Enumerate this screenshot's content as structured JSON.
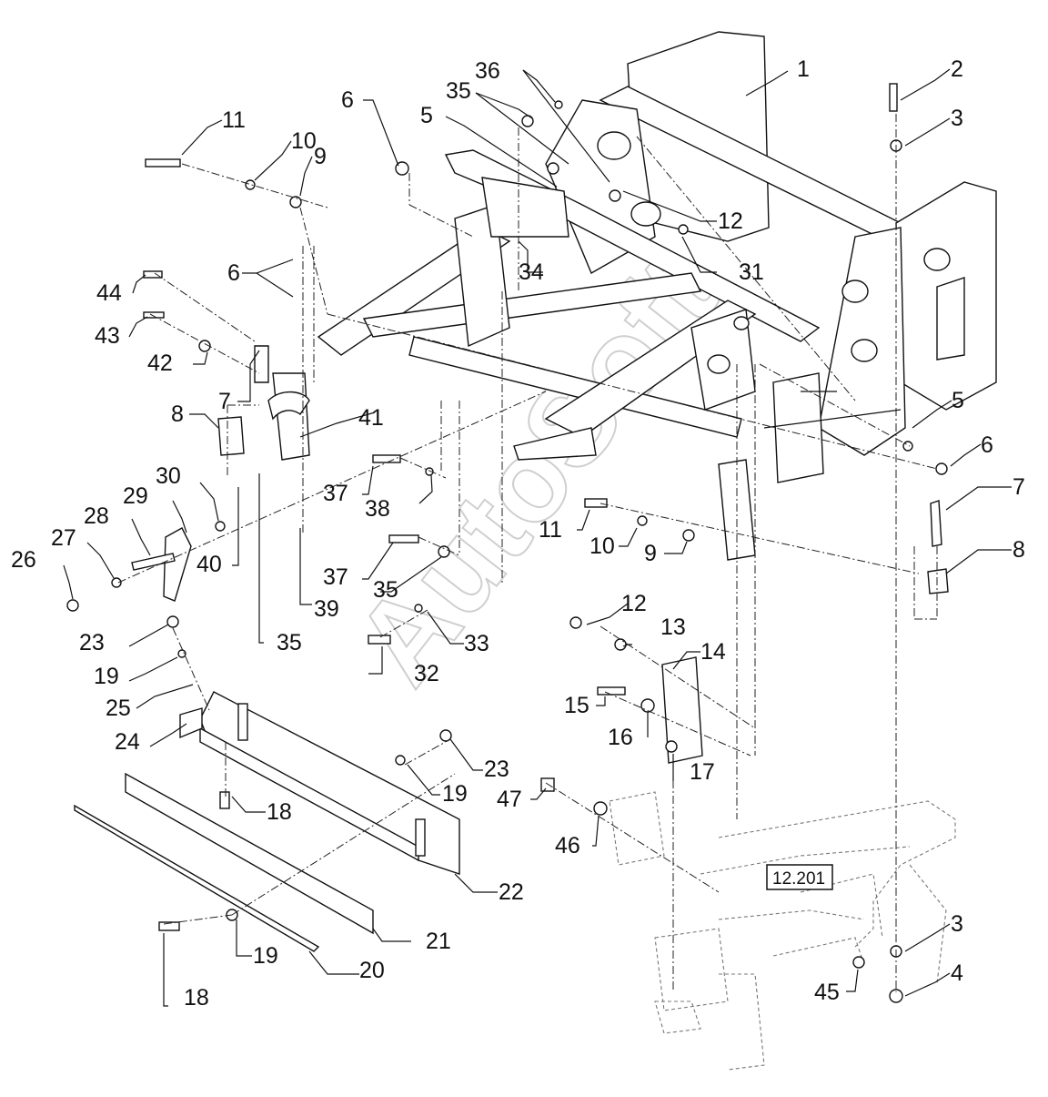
{
  "watermark": "AutoSoft",
  "reference_box": "12.201",
  "callouts": [
    {
      "id": "c1",
      "text": "1"
    },
    {
      "id": "c2",
      "text": "2"
    },
    {
      "id": "c3a",
      "text": "3"
    },
    {
      "id": "c3b",
      "text": "3"
    },
    {
      "id": "c4",
      "text": "4"
    },
    {
      "id": "c5a",
      "text": "5"
    },
    {
      "id": "c5b",
      "text": "5"
    },
    {
      "id": "c6a",
      "text": "6"
    },
    {
      "id": "c6b",
      "text": "6"
    },
    {
      "id": "c6c",
      "text": "6"
    },
    {
      "id": "c7a",
      "text": "7"
    },
    {
      "id": "c7b",
      "text": "7"
    },
    {
      "id": "c8a",
      "text": "8"
    },
    {
      "id": "c8b",
      "text": "8"
    },
    {
      "id": "c9a",
      "text": "9"
    },
    {
      "id": "c9b",
      "text": "9"
    },
    {
      "id": "c10a",
      "text": "10"
    },
    {
      "id": "c10b",
      "text": "10"
    },
    {
      "id": "c11a",
      "text": "11"
    },
    {
      "id": "c11b",
      "text": "11"
    },
    {
      "id": "c12a",
      "text": "12"
    },
    {
      "id": "c12b",
      "text": "12"
    },
    {
      "id": "c13",
      "text": "13"
    },
    {
      "id": "c14",
      "text": "14"
    },
    {
      "id": "c15",
      "text": "15"
    },
    {
      "id": "c16",
      "text": "16"
    },
    {
      "id": "c17",
      "text": "17"
    },
    {
      "id": "c18a",
      "text": "18"
    },
    {
      "id": "c18b",
      "text": "18"
    },
    {
      "id": "c19a",
      "text": "19"
    },
    {
      "id": "c19b",
      "text": "19"
    },
    {
      "id": "c19c",
      "text": "19"
    },
    {
      "id": "c20",
      "text": "20"
    },
    {
      "id": "c21",
      "text": "21"
    },
    {
      "id": "c22",
      "text": "22"
    },
    {
      "id": "c23a",
      "text": "23"
    },
    {
      "id": "c23b",
      "text": "23"
    },
    {
      "id": "c24",
      "text": "24"
    },
    {
      "id": "c25",
      "text": "25"
    },
    {
      "id": "c26",
      "text": "26"
    },
    {
      "id": "c27",
      "text": "27"
    },
    {
      "id": "c28",
      "text": "28"
    },
    {
      "id": "c29",
      "text": "29"
    },
    {
      "id": "c30",
      "text": "30"
    },
    {
      "id": "c31",
      "text": "31"
    },
    {
      "id": "c32",
      "text": "32"
    },
    {
      "id": "c33",
      "text": "33"
    },
    {
      "id": "c34",
      "text": "34"
    },
    {
      "id": "c35a",
      "text": "35"
    },
    {
      "id": "c35b",
      "text": "35"
    },
    {
      "id": "c35c",
      "text": "35"
    },
    {
      "id": "c36",
      "text": "36"
    },
    {
      "id": "c37a",
      "text": "37"
    },
    {
      "id": "c37b",
      "text": "37"
    },
    {
      "id": "c38",
      "text": "38"
    },
    {
      "id": "c39",
      "text": "39"
    },
    {
      "id": "c40",
      "text": "40"
    },
    {
      "id": "c41",
      "text": "41"
    },
    {
      "id": "c42",
      "text": "42"
    },
    {
      "id": "c43",
      "text": "43"
    },
    {
      "id": "c44",
      "text": "44"
    },
    {
      "id": "c45",
      "text": "45"
    },
    {
      "id": "c46",
      "text": "46"
    },
    {
      "id": "c47",
      "text": "47"
    }
  ]
}
